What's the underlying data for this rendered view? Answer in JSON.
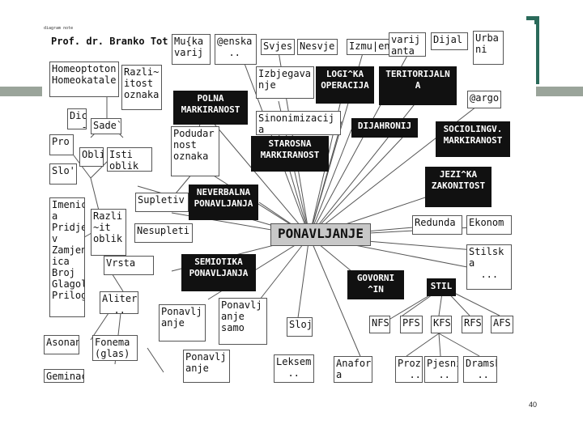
{
  "header_small": "diagram note",
  "title": "Prof. dr. Branko Tot",
  "page_number": "40",
  "colors": {
    "accent_bar": "#9aa49a",
    "bracket": "#2a6a5a",
    "dark_box": "#111111",
    "center_box": "#c8c8c8"
  },
  "nodes": {
    "homeoptoton": "Homeoptoton\nHomeokatale",
    "razlicitost": "Razli~\nitost\noznaka",
    "mucka": "Mu{ka\nvarij",
    "zenska": "@enska\n  ..",
    "svjes": "Svjes",
    "nesvje": "Nesvje",
    "izmjen": "Izmu|en",
    "varij": "varij\nanta",
    "dijal": "Dijal",
    "urba": "Urba\nni",
    "izbjegavanje": "Izbjegava\nnje",
    "logicka": "LOGI^KA\nOPERACIJA",
    "teritorijalna": "TERITORIJALN\nA",
    "argo": "@argo",
    "polna": "POLNA\nMARKIRANOST",
    "dic": "Dic\n  -",
    "sade": "Sade`",
    "sinonimizacija": "Sinonimizacij\na",
    "dijahronija": "DIJAHRONIJ",
    "sociolingv": "SOCIOLINGV.\nMARKIRANOST",
    "pro": "Pro\n  ..",
    "oblik1": "Obli",
    "isti": "Isti\noblik",
    "podudarnost": "Podudar\nnost\noznaka",
    "starosna": "STAROSNA\nMARKIRANOST",
    "slo": "Slo'",
    "jezicka": "JEZI^KA\nZAKONITOST",
    "imenica": "Imenic\na\nPridje\nv\nZamjen\nica\nBroj\nGlagol\nPrilog",
    "supletiv": "Supletiv",
    "neverbalna": "NEVERBALNA\nPONAVLJANJA",
    "razlicit_oblik": "Razli\n~it\noblik",
    "nesupletiv": "Nesupleti",
    "ponavljanje": "PONAVLJANJE",
    "redunda": "Redunda",
    "ekonom": "Ekonom",
    "stilska": "Stilsk\na\n  ...",
    "vrsta": "Vrsta",
    "semiotika": "SEMIOTIKA\nPONAVLJANJA",
    "govorni": "GOVORNI\n^IN",
    "stil": "STIL",
    "aliteracija": "Alitera\n  ..",
    "ponavljanje1": "Ponavlj\nanje",
    "ponavljanje_samo": "Ponavlj\nanje\nsamo",
    "sloj": "Sloj",
    "nfs": "NFS",
    "pfs": "PFS",
    "kfs": "KFS",
    "rfs": "RFS",
    "afs": "AFS",
    "asonan": "Asonan",
    "fonema": "Fonema\n(glas)",
    "ponavljanje2": "Ponavlj\nanje",
    "leksem": "Leksem\n  ..",
    "anafora": "Anafor\na",
    "proza": "Proz\n  ..",
    "pjesnicki": "Pjesni\n  ..",
    "dramski": "Dramsk\n  ..",
    "geminac": "Geminac"
  }
}
